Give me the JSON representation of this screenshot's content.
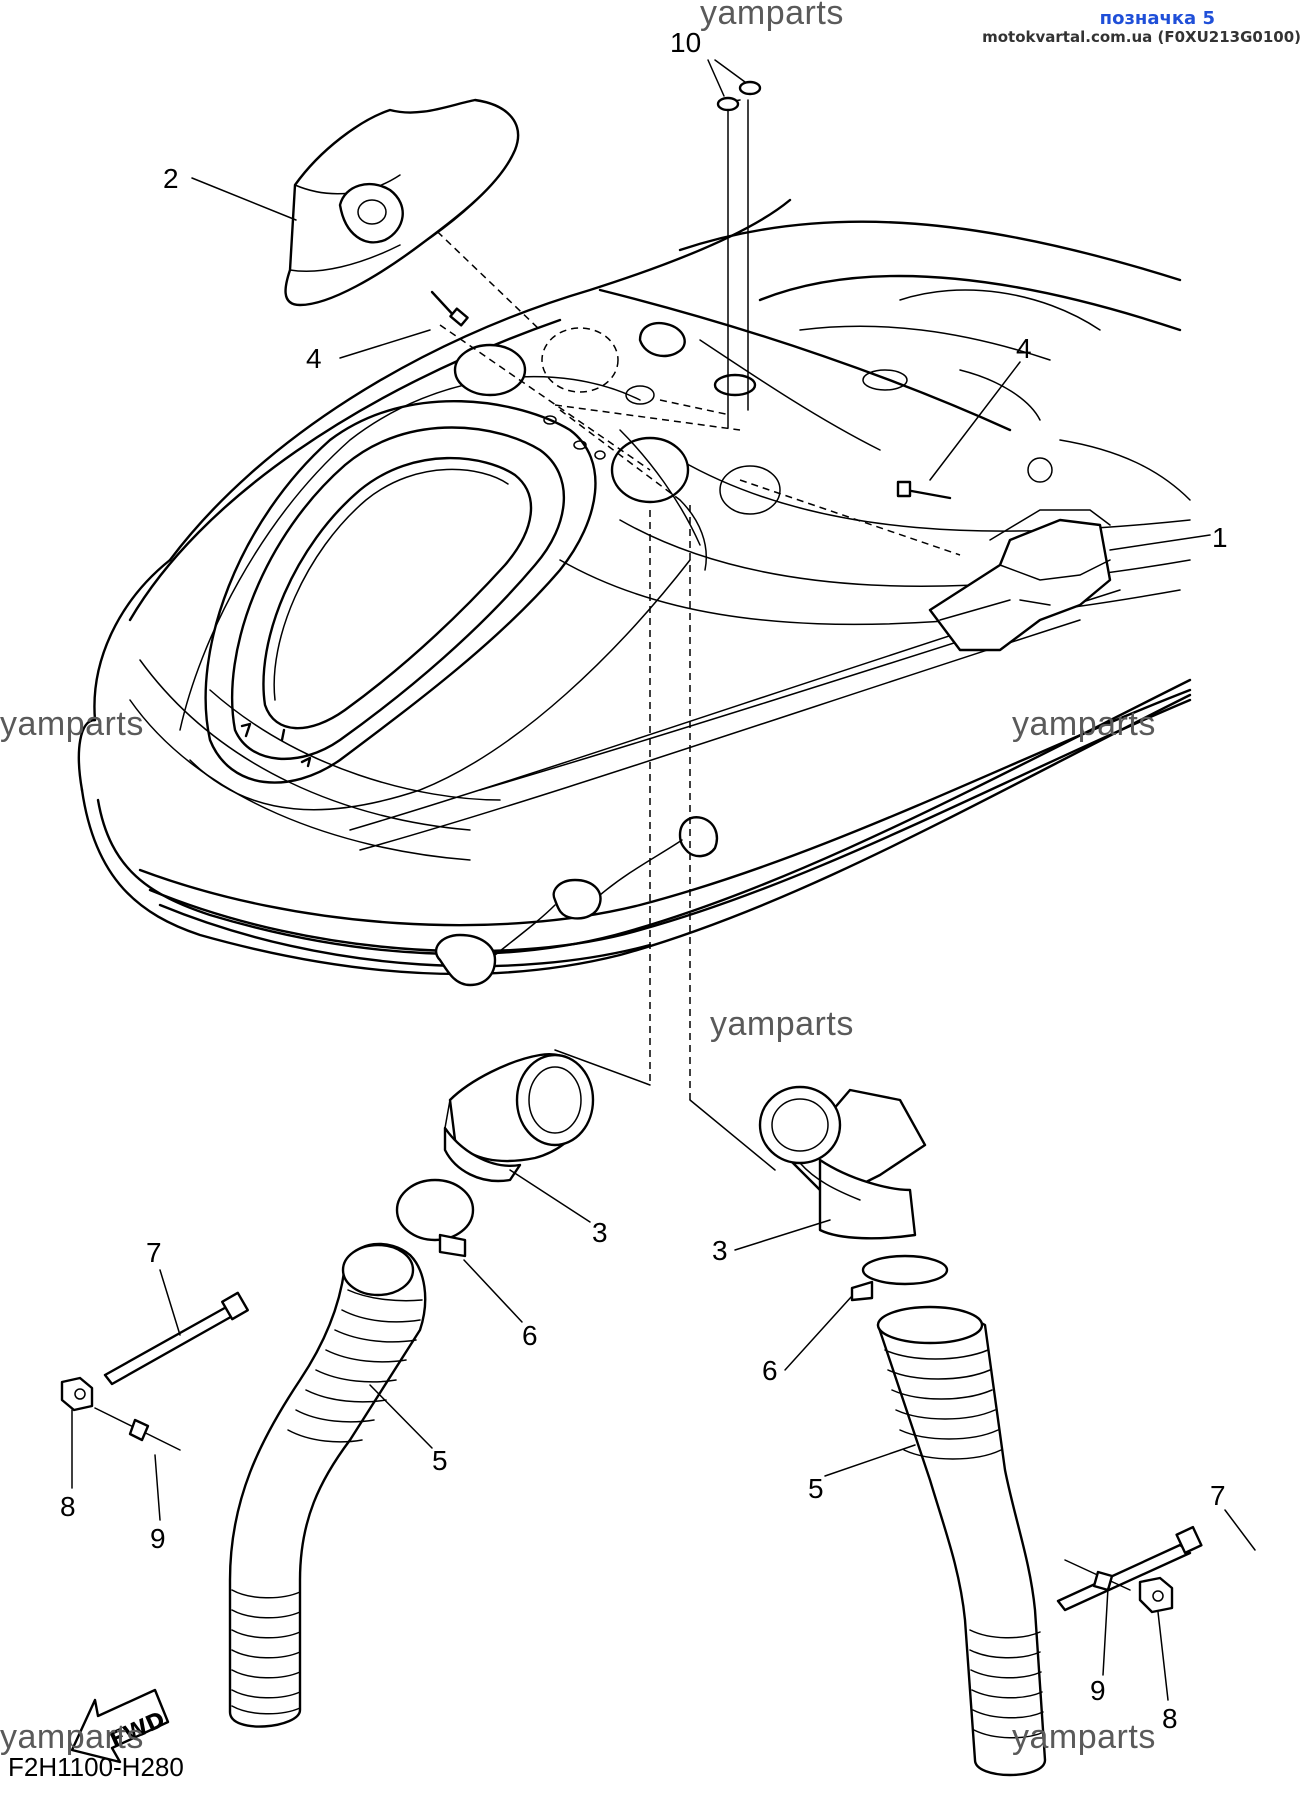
{
  "header": {
    "label": "позначка 5",
    "source": "motokvartal.com.ua (F0XU213G0100)"
  },
  "watermark_text": "yamparts",
  "diagram_code": "F2H1100-H280",
  "fwd_label": "FWD",
  "callouts": [
    "10",
    "2",
    "4",
    "4",
    "1",
    "3",
    "3",
    "6",
    "6",
    "7",
    "7",
    "8",
    "8",
    "9",
    "9",
    "5",
    "5"
  ]
}
